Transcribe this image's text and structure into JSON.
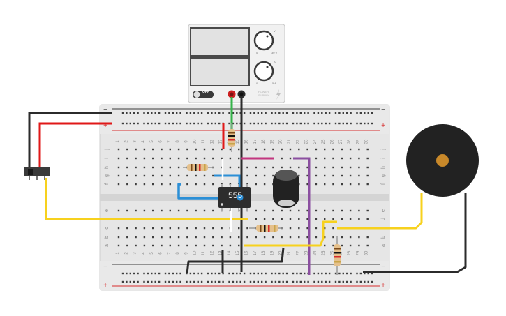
{
  "breadboard": {
    "columns": [
      "1",
      "2",
      "3",
      "4",
      "5",
      "6",
      "7",
      "8",
      "9",
      "10",
      "11",
      "12",
      "13",
      "14",
      "15",
      "16",
      "17",
      "18",
      "19",
      "20",
      "21",
      "22",
      "23",
      "24",
      "25",
      "26",
      "27",
      "28",
      "29",
      "30"
    ],
    "top_rows": [
      "j",
      "i",
      "h",
      "g",
      "f"
    ],
    "bottom_rows": [
      "e",
      "d",
      "c",
      "b",
      "a"
    ],
    "rail_signs": {
      "minus": "−",
      "plus": "+"
    }
  },
  "power_supply": {
    "toggle_label": "OFF",
    "label_line1": "POWER",
    "label_line2": "SUPPLY",
    "knob_voltage": {
      "symbol": "V",
      "min": "0",
      "max": "30 V"
    },
    "knob_current": {
      "symbol": "A",
      "min": "0",
      "max": "5 A"
    }
  },
  "ic": {
    "label": "555"
  },
  "colors": {
    "board": "#e6e6e6",
    "rail_red": "#d62d2d",
    "rail_black": "#3a3a3a",
    "wire_red": "#e01818",
    "wire_black": "#2b2b2b",
    "wire_yellow": "#f7d11e",
    "wire_green": "#35b34a",
    "wire_blue": "#2b8fd6",
    "wire_white": "#ffffff",
    "wire_purple": "#8b4fa0",
    "wire_magenta": "#c2367f",
    "chip": "#2d2d2d",
    "capacitor": "#222222",
    "buzzer": "#222222",
    "buzzer_center": "#c9892a"
  },
  "icons": [
    "lightning-bolt-icon",
    "voltage-knob-icon",
    "current-knob-icon"
  ]
}
